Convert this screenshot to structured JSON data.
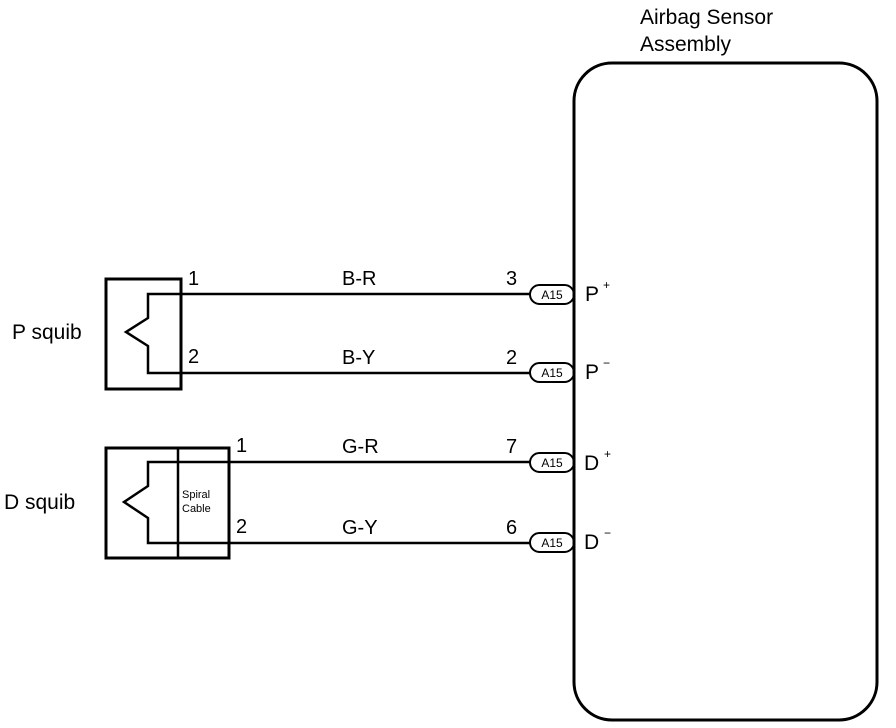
{
  "assembly": {
    "title_line1": "Airbag Sensor",
    "title_line2": "Assembly"
  },
  "p_squib": {
    "label": "P squib",
    "pin_top": "1",
    "pin_bottom": "2"
  },
  "d_squib": {
    "label": "D squib",
    "spiral_line1": "Spiral",
    "spiral_line2": "Cable",
    "pin_top": "1",
    "pin_bottom": "2"
  },
  "wires": [
    {
      "color_code": "B-R",
      "pin": "3",
      "connector": "A15",
      "terminal": "P",
      "sign": "+"
    },
    {
      "color_code": "B-Y",
      "pin": "2",
      "connector": "A15",
      "terminal": "P",
      "sign": "−"
    },
    {
      "color_code": "G-R",
      "pin": "7",
      "connector": "A15",
      "terminal": "D",
      "sign": "+"
    },
    {
      "color_code": "G-Y",
      "pin": "6",
      "connector": "A15",
      "terminal": "D",
      "sign": "−"
    }
  ]
}
